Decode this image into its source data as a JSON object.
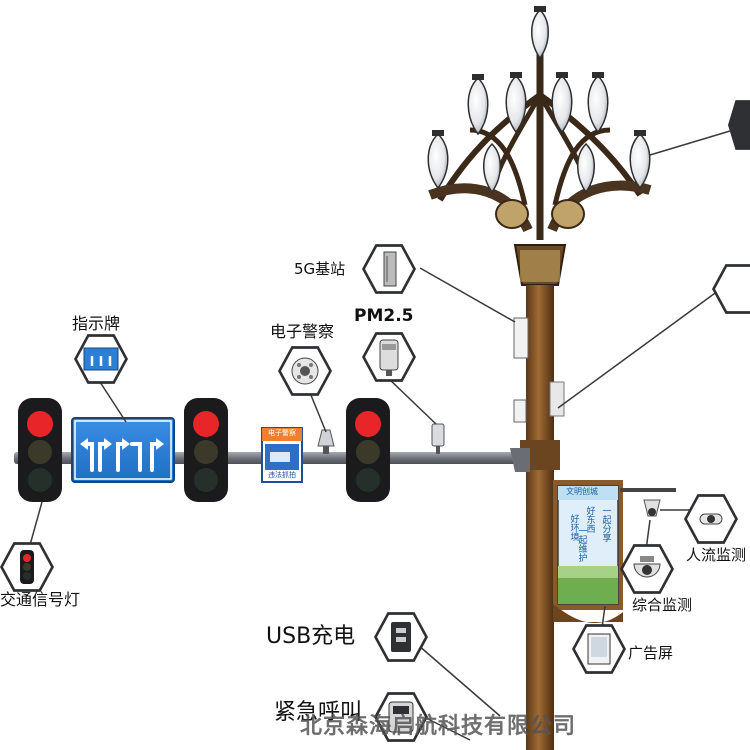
{
  "labels": {
    "base_station": "5G基站",
    "pm25": "PM2.5",
    "police": "电子警察",
    "sign": "指示牌",
    "traffic_light": "交通信号灯",
    "usb": "USB充电",
    "emergency": "紧急呼叫",
    "people_flow": "人流监测",
    "monitor": "综合监测",
    "ad_screen": "广告屏"
  },
  "police_sign": {
    "top": "电子警察",
    "bottom": "违法抓拍"
  },
  "ad_panel": {
    "title": "文明创城",
    "col1": "好东西",
    "col2": "一起分享",
    "col3": "好环境",
    "col4": "一起维护"
  },
  "watermark": "北京森海启航科技有限公司",
  "colors": {
    "pole": "#8a5a2b",
    "arm": "#7e8289",
    "light_red": "#e8262a",
    "sign_blue": "#2d7fd6",
    "icon_dark": "#2f3033"
  },
  "icons": {
    "base_station": "5g-antenna-icon",
    "pm25": "air-sensor-icon",
    "police": "camera-icon",
    "sign": "direction-sign-icon",
    "traffic_light": "traffic-light-icon",
    "usb": "usb-socket-icon",
    "emergency": "emergency-button-icon",
    "people_flow": "dome-camera-icon",
    "monitor": "dome-monitor-icon",
    "ad_screen": "screen-icon"
  }
}
